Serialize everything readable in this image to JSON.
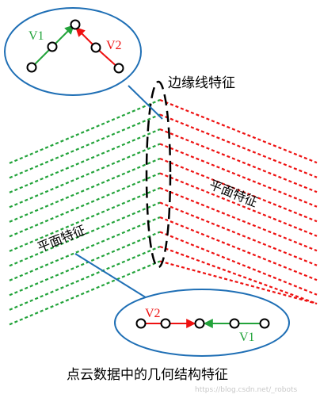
{
  "labels": {
    "edge_feature": "边缘线特征",
    "plane_feature_right": "平面特征",
    "plane_feature_left": "平面特征",
    "caption": "点云数据中的几何结构特征",
    "watermark": "https://blog.csdn.net/_robots"
  },
  "callout_top": {
    "v1": "V1",
    "v2": "V2"
  },
  "callout_bottom": {
    "v1": "V1",
    "v2": "V2"
  },
  "colors": {
    "green": "#22a33a",
    "red": "#ee1111",
    "blue": "#1f6fb5",
    "black": "#000000"
  }
}
